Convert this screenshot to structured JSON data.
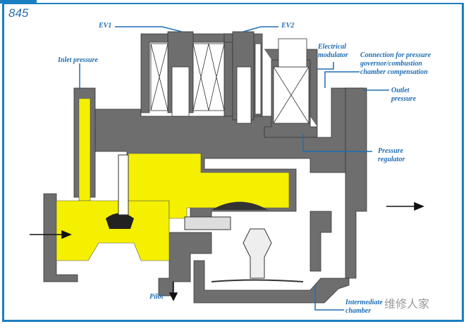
{
  "figure_number": "845",
  "labels": {
    "ev1": "EV1",
    "ev2": "EV2",
    "inlet_pressure": "Inlet pressure",
    "electrical_modulator": "Electrical modulator",
    "connection": "Connection for pressure governor/combustion chamber compensation",
    "outlet_pressure": "Outlet pressure",
    "pressure_regulator": "Pressure regulator",
    "pilot": "Pilot",
    "intermediate_chamber": "Intermediate chamber"
  },
  "watermark": "维修人家",
  "colors": {
    "frame": "#1a7fc1",
    "body": "#6e6e6e",
    "gas": "#f4f000",
    "label": "#1f6db5"
  }
}
